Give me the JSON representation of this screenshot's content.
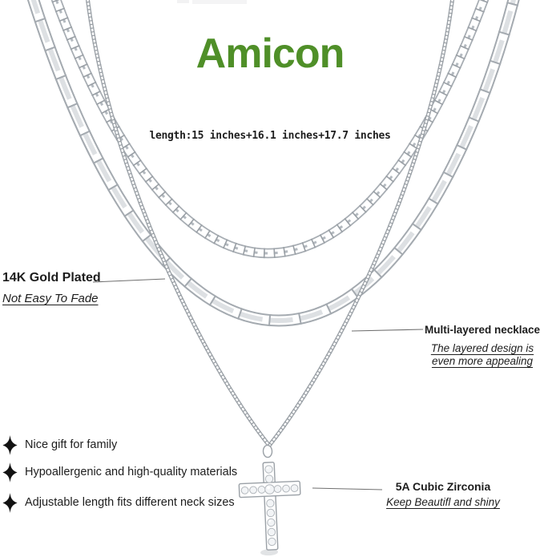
{
  "brand": {
    "name": "Amicon",
    "color": "#4f8f28"
  },
  "photo": {
    "length_label": "length:15 inches+16.1 inches+17.7 inches",
    "chains": [
      "paperclip-chain",
      "mariner-chain",
      "box-chain"
    ],
    "pendant": "cubic-zirconia-cross-pendant",
    "metal_color": "#a7adb3"
  },
  "annotations": {
    "gold_plated": {
      "title": "14K Gold Plated",
      "note": "Not Easy To Fade"
    },
    "multi_layered": {
      "title": "Multi-layered necklace",
      "note_line1": "The layered design is",
      "note_line2": "even more appealing"
    },
    "zirconia": {
      "title": "5A Cubic Zirconia",
      "note": "Keep Beautifl and shiny"
    }
  },
  "features": {
    "items": [
      {
        "icon": "sparkle-icon",
        "label": "Nice gift for family"
      },
      {
        "icon": "sparkle-icon",
        "label": "Hypoallergenic and high-quality materials"
      },
      {
        "icon": "sparkle-icon",
        "label": "Adjustable length fits different neck sizes"
      }
    ]
  }
}
